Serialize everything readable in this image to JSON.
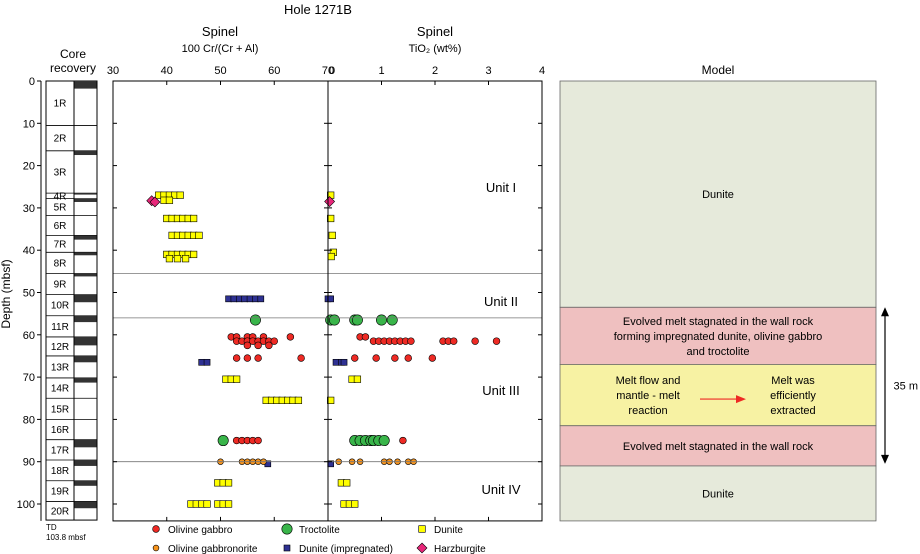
{
  "title": "Hole 1271B",
  "core_column": {
    "header_line1": "Core",
    "header_line2": "recovery",
    "td_line1": "TD",
    "td_line2": "103.8 mbsf",
    "cores": [
      {
        "label": "1R",
        "top": 0,
        "bottom": 10.5
      },
      {
        "label": "2R",
        "top": 10.5,
        "bottom": 16.5
      },
      {
        "label": "3R",
        "top": 16.5,
        "bottom": 26.5
      },
      {
        "label": "4R",
        "top": 26.5,
        "bottom": 27.8
      },
      {
        "label": "5R",
        "top": 27.8,
        "bottom": 31.8
      },
      {
        "label": "6R",
        "top": 31.8,
        "bottom": 36.5
      },
      {
        "label": "7R",
        "top": 36.5,
        "bottom": 40.5
      },
      {
        "label": "8R",
        "top": 40.5,
        "bottom": 45.5
      },
      {
        "label": "9R",
        "top": 45.5,
        "bottom": 50.5
      },
      {
        "label": "10R",
        "top": 50.5,
        "bottom": 55.5
      },
      {
        "label": "11R",
        "top": 55.5,
        "bottom": 60.5
      },
      {
        "label": "12R",
        "top": 60.5,
        "bottom": 65.0
      },
      {
        "label": "13R",
        "top": 65.0,
        "bottom": 70.2
      },
      {
        "label": "14R",
        "top": 70.2,
        "bottom": 75.0
      },
      {
        "label": "15R",
        "top": 75.0,
        "bottom": 80.0
      },
      {
        "label": "16R",
        "top": 80.0,
        "bottom": 84.8
      },
      {
        "label": "17R",
        "top": 84.8,
        "bottom": 89.6
      },
      {
        "label": "18R",
        "top": 89.6,
        "bottom": 94.5
      },
      {
        "label": "19R",
        "top": 94.5,
        "bottom": 99.4
      },
      {
        "label": "20R",
        "top": 99.4,
        "bottom": 103.8
      }
    ],
    "recovery": [
      {
        "top": 0,
        "bottom": 1.8
      },
      {
        "top": 16.5,
        "bottom": 17.5
      },
      {
        "top": 26.5,
        "bottom": 26.8
      },
      {
        "top": 27.8,
        "bottom": 28.6
      },
      {
        "top": 36.5,
        "bottom": 37.5
      },
      {
        "top": 40.5,
        "bottom": 41.2
      },
      {
        "top": 45.5,
        "bottom": 46.2
      },
      {
        "top": 50.5,
        "bottom": 52.3
      },
      {
        "top": 55.5,
        "bottom": 57.0
      },
      {
        "top": 60.5,
        "bottom": 62.5
      },
      {
        "top": 65.0,
        "bottom": 66.5
      },
      {
        "top": 70.2,
        "bottom": 71.3
      },
      {
        "top": 84.8,
        "bottom": 86.6
      },
      {
        "top": 89.6,
        "bottom": 91.0
      },
      {
        "top": 94.5,
        "bottom": 95.7
      },
      {
        "top": 99.4,
        "bottom": 101.0
      }
    ]
  },
  "chart_data": {
    "type": "scatter",
    "ylabel": "Depth (mbsf)",
    "ylim": [
      0,
      104
    ],
    "yticks": [
      0,
      10,
      20,
      30,
      40,
      50,
      60,
      70,
      80,
      90,
      100
    ],
    "panels": [
      {
        "title": "Spinel",
        "xlabel": "100 Cr/(Cr + Al)",
        "xlim": [
          30,
          70
        ],
        "xticks": [
          30,
          40,
          50,
          60,
          70
        ],
        "series": [
          {
            "name": "Dunite",
            "marker": "square",
            "color": "#ffff00",
            "points": [
              [
                38.5,
                27
              ],
              [
                39.5,
                27
              ],
              [
                40.5,
                27
              ],
              [
                41.5,
                27
              ],
              [
                42.5,
                27
              ],
              [
                39.5,
                28.2
              ],
              [
                40.5,
                28.2
              ],
              [
                40,
                32.5
              ],
              [
                41,
                32.5
              ],
              [
                42,
                32.5
              ],
              [
                43,
                32.5
              ],
              [
                44,
                32.5
              ],
              [
                45,
                32.5
              ],
              [
                41,
                36.5
              ],
              [
                42,
                36.5
              ],
              [
                43,
                36.5
              ],
              [
                44,
                36.5
              ],
              [
                45,
                36.5
              ],
              [
                46,
                36.5
              ],
              [
                40,
                41
              ],
              [
                41,
                41
              ],
              [
                42,
                41
              ],
              [
                43,
                41
              ],
              [
                44,
                41
              ],
              [
                45,
                41
              ],
              [
                40.5,
                42
              ],
              [
                42,
                42
              ],
              [
                43.5,
                42
              ],
              [
                51,
                70.5
              ],
              [
                52,
                70.5
              ],
              [
                53,
                70.5
              ],
              [
                58.5,
                75.5
              ],
              [
                59.5,
                75.5
              ],
              [
                60.5,
                75.5
              ],
              [
                61.5,
                75.5
              ],
              [
                62.5,
                75.5
              ],
              [
                63.5,
                75.5
              ],
              [
                64.5,
                75.5
              ],
              [
                49.5,
                95
              ],
              [
                50.5,
                95
              ],
              [
                51.5,
                95
              ],
              [
                44.5,
                100
              ],
              [
                45.5,
                100
              ],
              [
                46.5,
                100
              ],
              [
                47.5,
                100
              ],
              [
                49.5,
                100
              ],
              [
                50.5,
                100
              ],
              [
                51.5,
                100
              ]
            ]
          },
          {
            "name": "Harzburgite",
            "marker": "diamond",
            "color": "#e8277a",
            "points": [
              [
                37.2,
                28.3
              ],
              [
                37.8,
                28.6
              ]
            ]
          },
          {
            "name": "Dunite (impregnated)",
            "marker": "square-small",
            "color": "#2e3192",
            "points": [
              [
                51.5,
                51.5
              ],
              [
                52.5,
                51.5
              ],
              [
                53.5,
                51.5
              ],
              [
                54.5,
                51.5
              ],
              [
                55.5,
                51.5
              ],
              [
                56.5,
                51.5
              ],
              [
                57.5,
                51.5
              ],
              [
                46.5,
                66.5
              ],
              [
                47.5,
                66.5
              ],
              [
                58.8,
                90.5
              ]
            ]
          },
          {
            "name": "Olivine gabbro",
            "marker": "circle",
            "color": "#ee2a24",
            "points": [
              [
                52,
                60.5
              ],
              [
                53,
                60.5
              ],
              [
                55,
                60.5
              ],
              [
                56,
                60.5
              ],
              [
                58,
                60.5
              ],
              [
                63,
                60.5
              ],
              [
                53,
                61.5
              ],
              [
                54,
                61.5
              ],
              [
                55,
                61.5
              ],
              [
                56,
                61.5
              ],
              [
                57,
                61.5
              ],
              [
                58,
                61.5
              ],
              [
                59,
                61.5
              ],
              [
                60,
                61.5
              ],
              [
                55,
                62.5
              ],
              [
                57,
                62.5
              ],
              [
                59,
                62.5
              ],
              [
                53,
                65.5
              ],
              [
                55,
                65.5
              ],
              [
                57,
                65.5
              ],
              [
                65,
                65.5
              ],
              [
                53,
                85
              ],
              [
                54,
                85
              ],
              [
                55,
                85
              ],
              [
                56,
                85
              ],
              [
                57,
                85
              ]
            ]
          },
          {
            "name": "Olivine gabbronorite",
            "marker": "circle-small",
            "color": "#f7941d",
            "points": [
              [
                50,
                90
              ],
              [
                54,
                90
              ],
              [
                55,
                90
              ],
              [
                56,
                90
              ],
              [
                57,
                90
              ],
              [
                58,
                90
              ]
            ]
          },
          {
            "name": "Troctolite",
            "marker": "circle-large",
            "color": "#39b54a",
            "points": [
              [
                56.5,
                56.5
              ],
              [
                50.5,
                85
              ]
            ]
          }
        ]
      },
      {
        "title": "Spinel",
        "xlabel": "TiO₂ (wt%)",
        "xlim": [
          0,
          4
        ],
        "xticks": [
          0,
          1,
          2,
          3,
          4
        ],
        "series": [
          {
            "name": "Dunite",
            "marker": "square",
            "color": "#ffff00",
            "points": [
              [
                0.05,
                27
              ],
              [
                0.05,
                32.5
              ],
              [
                0.08,
                36.5
              ],
              [
                0.1,
                40.5
              ],
              [
                0.06,
                41.5
              ],
              [
                0.45,
                70.5
              ],
              [
                0.55,
                70.5
              ],
              [
                0.05,
                75.5
              ],
              [
                0.25,
                95
              ],
              [
                0.35,
                95
              ],
              [
                0.3,
                100
              ],
              [
                0.4,
                100
              ],
              [
                0.5,
                100
              ]
            ]
          },
          {
            "name": "Harzburgite",
            "marker": "diamond",
            "color": "#e8277a",
            "points": [
              [
                0.03,
                28.5
              ]
            ]
          },
          {
            "name": "Dunite (impregnated)",
            "marker": "square-small",
            "color": "#2e3192",
            "points": [
              [
                0.0,
                51.5
              ],
              [
                0.05,
                51.5
              ],
              [
                0.15,
                66.5
              ],
              [
                0.25,
                66.5
              ],
              [
                0.3,
                66.5
              ],
              [
                0.05,
                90.5
              ]
            ]
          },
          {
            "name": "Olivine gabbro",
            "marker": "circle",
            "color": "#ee2a24",
            "points": [
              [
                0.6,
                60.5
              ],
              [
                0.7,
                60.5
              ],
              [
                0.85,
                61.5
              ],
              [
                0.95,
                61.5
              ],
              [
                1.05,
                61.5
              ],
              [
                1.15,
                61.5
              ],
              [
                1.25,
                61.5
              ],
              [
                1.35,
                61.5
              ],
              [
                1.45,
                61.5
              ],
              [
                1.55,
                61.5
              ],
              [
                2.15,
                61.5
              ],
              [
                2.25,
                61.5
              ],
              [
                2.35,
                61.5
              ],
              [
                2.75,
                61.5
              ],
              [
                3.15,
                61.5
              ],
              [
                0.5,
                65.5
              ],
              [
                0.9,
                65.5
              ],
              [
                1.25,
                65.5
              ],
              [
                1.5,
                65.5
              ],
              [
                1.95,
                65.5
              ],
              [
                1.4,
                85
              ]
            ]
          },
          {
            "name": "Olivine gabbronorite",
            "marker": "circle-small",
            "color": "#f7941d",
            "points": [
              [
                0.2,
                90
              ],
              [
                0.45,
                90
              ],
              [
                0.6,
                90
              ],
              [
                1.05,
                90
              ],
              [
                1.15,
                90
              ],
              [
                1.3,
                90
              ],
              [
                1.5,
                90
              ],
              [
                1.6,
                90
              ]
            ]
          },
          {
            "name": "Troctolite",
            "marker": "circle-large",
            "color": "#39b54a",
            "points": [
              [
                0.05,
                56.5
              ],
              [
                0.12,
                56.5
              ],
              [
                0.5,
                56.5
              ],
              [
                0.55,
                56.5
              ],
              [
                1.0,
                56.5
              ],
              [
                1.2,
                56.5
              ],
              [
                0.5,
                85
              ],
              [
                0.6,
                85
              ],
              [
                0.7,
                85
              ],
              [
                0.8,
                85
              ],
              [
                0.85,
                85
              ],
              [
                0.95,
                85
              ],
              [
                1.05,
                85
              ]
            ]
          }
        ]
      }
    ],
    "unit_boundaries": [
      45.5,
      56,
      90
    ],
    "unit_labels": [
      {
        "label": "Unit I",
        "depth": 25
      },
      {
        "label": "Unit II",
        "depth": 52
      },
      {
        "label": "Unit III",
        "depth": 73
      },
      {
        "label": "Unit IV",
        "depth": 96.5
      }
    ],
    "legend": {
      "columns": [
        [
          {
            "name": "Olivine gabbro",
            "marker": "circle",
            "color": "#ee2a24"
          },
          {
            "name": "Olivine gabbronorite",
            "marker": "circle-small",
            "color": "#f7941d"
          }
        ],
        [
          {
            "name": "Troctolite",
            "marker": "circle-large",
            "color": "#39b54a"
          },
          {
            "name": "Dunite (impregnated)",
            "marker": "square-small",
            "color": "#2e3192"
          }
        ],
        [
          {
            "name": "Dunite",
            "marker": "square",
            "color": "#ffff00"
          },
          {
            "name": "Harzburgite",
            "marker": "diamond",
            "color": "#e8277a"
          }
        ]
      ]
    }
  },
  "model": {
    "title": "Model",
    "zones": [
      {
        "top": 0,
        "bottom": 53.5,
        "color": "#e6eadb",
        "lines": [
          "Dunite"
        ]
      },
      {
        "top": 53.5,
        "bottom": 67,
        "color": "#efc0c0",
        "lines": [
          "Evolved melt stagnated in the wall rock",
          "forming impregnated dunite, olivine gabbro",
          "and troctolite"
        ]
      },
      {
        "top": 67,
        "bottom": 81.5,
        "color": "#f7f2a3",
        "lines": []
      },
      {
        "top": 81.5,
        "bottom": 91,
        "color": "#efc0c0",
        "lines": [
          "Evolved melt stagnated in the wall rock"
        ]
      },
      {
        "top": 91,
        "bottom": 104,
        "color": "#e6eadb",
        "lines": [
          "Dunite"
        ]
      }
    ],
    "flow_left": [
      "Melt flow and",
      "mantle - melt",
      "reaction"
    ],
    "flow_right": [
      "Melt was",
      "efficiently",
      "extracted"
    ],
    "arrow_color": "#ee2a24",
    "thickness_label": "35 m",
    "thickness_range": [
      53.5,
      90.5
    ]
  }
}
